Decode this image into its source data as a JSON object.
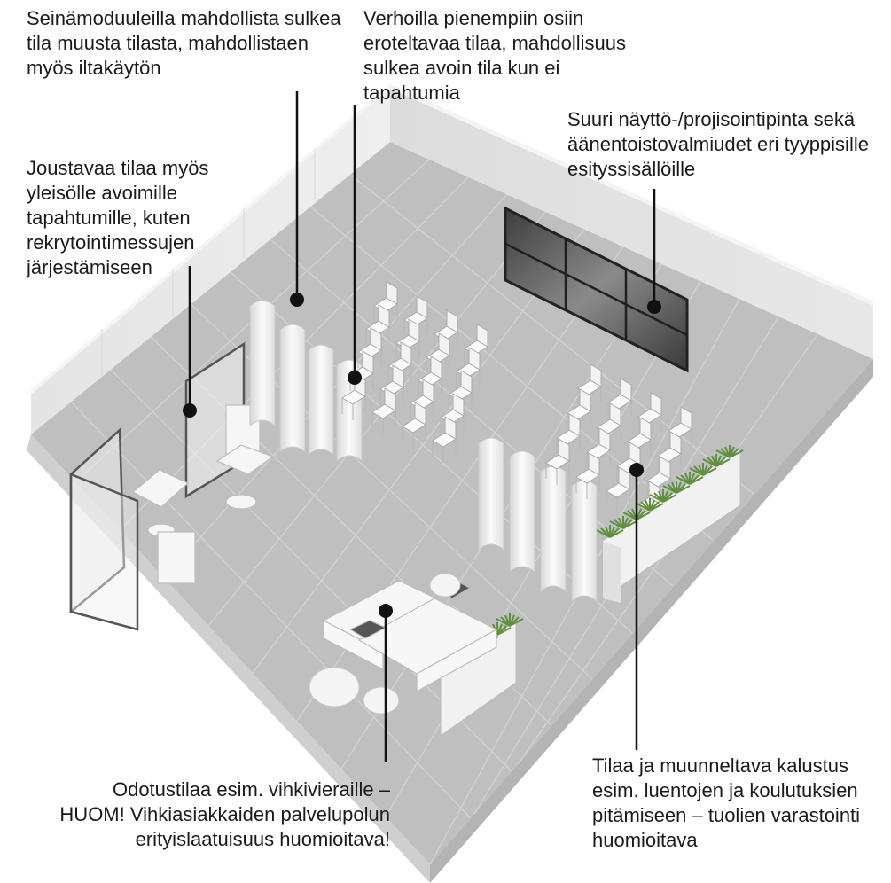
{
  "callouts": [
    {
      "id": "wall-modules",
      "text": "Seinämoduuleilla mahdollista sulkea tila muusta tilasta, mahdollistaen myös iltakäytön"
    },
    {
      "id": "curtains",
      "text": "Verhoilla pienempiin osiin eroteltavaa tilaa, mahdollisuus sulkea avoin tila kun ei tapahtumia"
    },
    {
      "id": "screen",
      "text": "Suuri näyttö-/projisointipinta sekä äänentoistovalmiudet eri tyyppisille esityssisällöille"
    },
    {
      "id": "flexible-space",
      "text": "Joustavaa tilaa myös yleisölle avoimille tapahtumille, kuten rekrytointimessujen järjestämiseen"
    },
    {
      "id": "waiting-area",
      "text": "Odotustilaa esim. vihkivieraille – HUOM! Vihkiasiakkaiden palvelupolun erityislaatuisuus huomioitava!"
    },
    {
      "id": "furniture",
      "text": "Tilaa ja muunneltava kalustus esim. luentojen ja koulutuksien pitämiseen – tuolien varastointi huomioitava"
    }
  ]
}
